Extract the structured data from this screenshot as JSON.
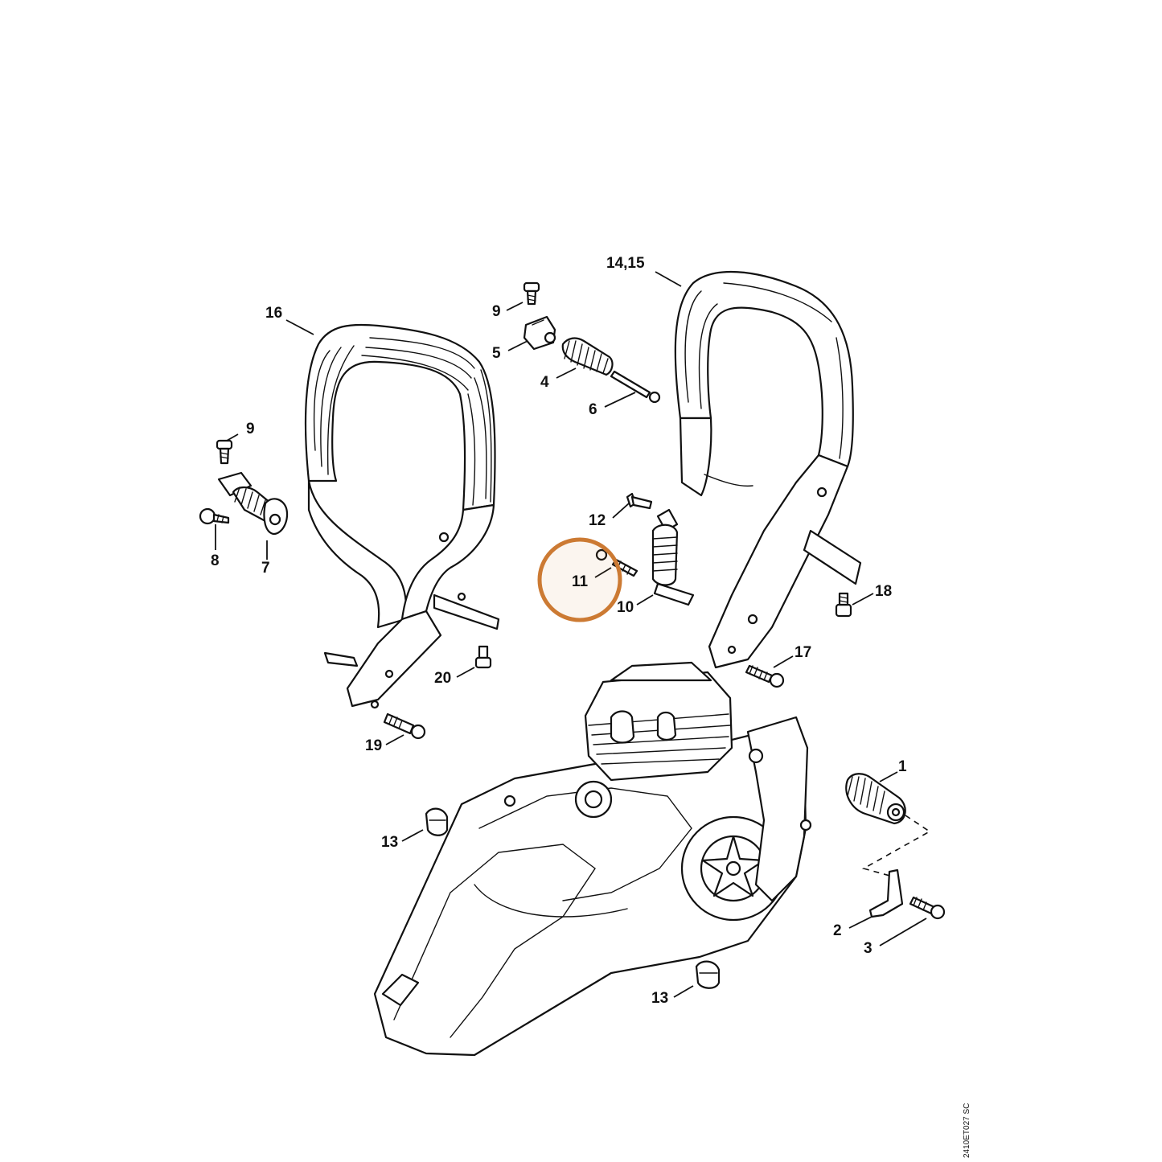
{
  "labels": {
    "l1": "1",
    "l2": "2",
    "l3": "3",
    "l4": "4",
    "l5": "5",
    "l6": "6",
    "l7": "7",
    "l8": "8",
    "l9a": "9",
    "l9b": "9",
    "l10": "10",
    "l11": "11",
    "l12": "12",
    "l13a": "13",
    "l13b": "13",
    "l1415": "14,15",
    "l16": "16",
    "l17": "17",
    "l18": "18",
    "l19": "19",
    "l20": "20"
  },
  "highlight": {
    "label": "11",
    "color": "#cc7a33"
  },
  "drawing_code": "2410ET027 SC",
  "colors": {
    "line": "#111111",
    "background": "#ffffff"
  }
}
